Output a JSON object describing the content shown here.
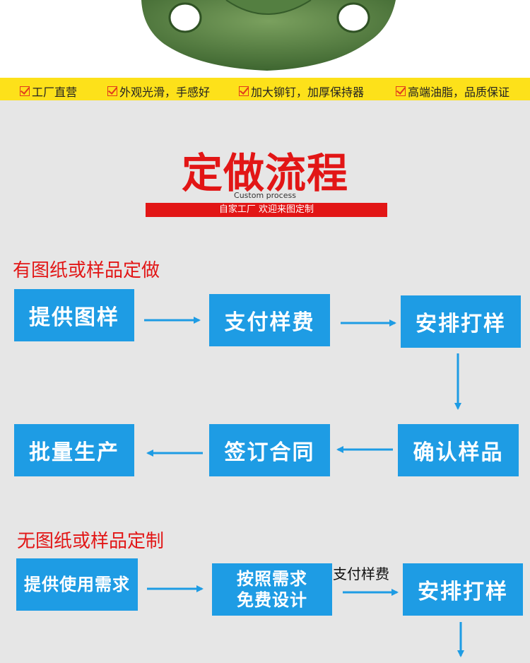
{
  "features": [
    {
      "label": "工厂直营"
    },
    {
      "label": "外观光滑，手感好"
    },
    {
      "label": "加大铆钉，加厚保持器"
    },
    {
      "label": "高端油脂，品质保证"
    }
  ],
  "section": {
    "title": "定做流程",
    "subtitle": "Custom process",
    "redbar": "自家工厂 欢迎来图定制"
  },
  "flow1": {
    "title": "有图纸或样品定做",
    "steps": [
      "提供图样",
      "支付样费",
      "安排打样",
      "批量生产",
      "签订合同",
      "确认样品"
    ]
  },
  "flow2": {
    "title": "无图纸或样品定制",
    "steps": [
      "提供使用需求",
      "按照需求\n免费设计",
      "安排打样"
    ],
    "arrow_label": "支付样费"
  },
  "colors": {
    "box": "#1e9ce4",
    "accent_red": "#e21616",
    "banner_yellow": "#fde11a",
    "product_green": "#4c7a3a"
  }
}
